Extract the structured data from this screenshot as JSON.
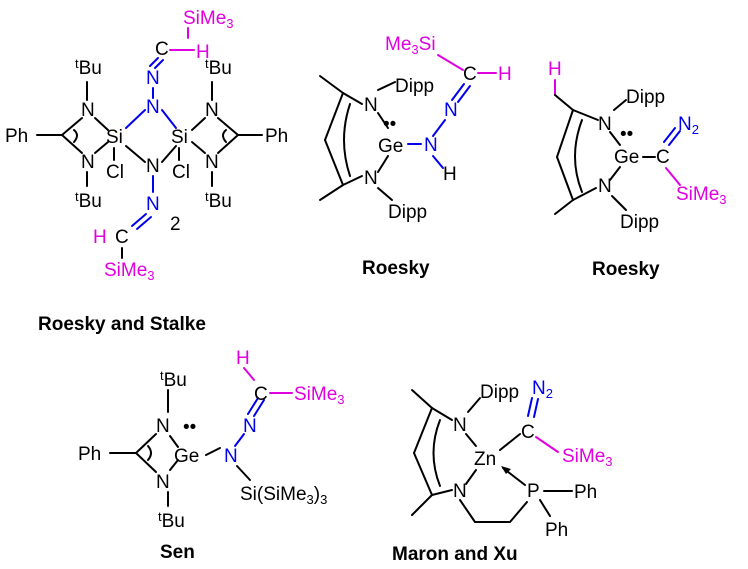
{
  "colors": {
    "nitrogen": "#0000ee",
    "silyl": "#e000e0",
    "text": "#000000"
  },
  "labels": {
    "tBu": "Bu",
    "t": "t",
    "N": "N",
    "Si": "Si",
    "Ge": "Ge",
    "Zn": "Zn",
    "P": "P",
    "C": "C",
    "H": "H",
    "Cl": "Cl",
    "Ph": "Ph",
    "Dipp": "Dipp",
    "SiMe3": "SiMe",
    "Me3Si": "Me",
    "Me3Si_tail": "Si",
    "three": "3",
    "two": "2",
    "N2": "N",
    "SiSiMe3": "Si(SiMe",
    "SiSiMe3_tail": ")"
  },
  "captions": {
    "c1": "Roesky and Stalke",
    "c2": "Roesky",
    "c3": "Roesky",
    "c4": "Sen",
    "c5": "Maron and Xu"
  }
}
